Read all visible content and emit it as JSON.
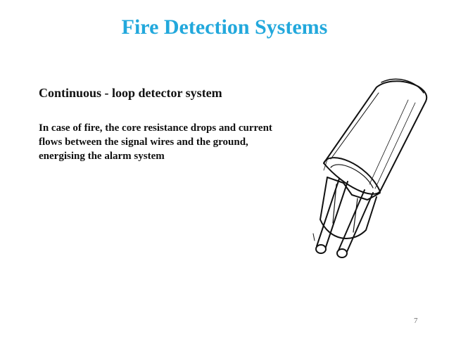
{
  "slide": {
    "title": "Fire Detection Systems",
    "subtitle": "Continuous - loop detector system",
    "body": "In case of fire, the core resistance drops and current flows between the signal wires and the ground, energising the alarm system",
    "page_number": "7"
  },
  "colors": {
    "title": "#22a8dc",
    "text": "#111111",
    "background": "#ffffff"
  }
}
